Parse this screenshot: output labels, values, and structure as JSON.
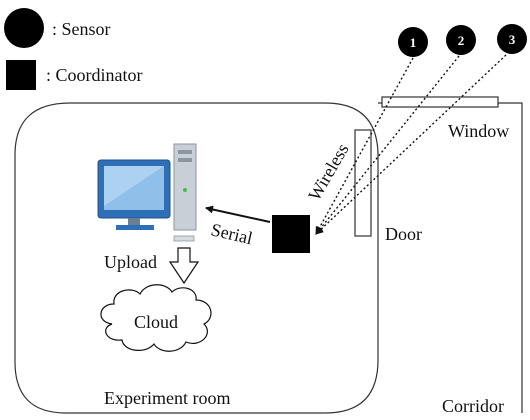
{
  "legend": {
    "sensor_label": ": Sensor",
    "coordinator_label": ": Coordinator"
  },
  "sensors": [
    {
      "number": "1"
    },
    {
      "number": "2"
    },
    {
      "number": "3"
    }
  ],
  "labels": {
    "window": "Window",
    "door": "Door",
    "wireless": "Wireless",
    "serial": "Serial",
    "upload": "Upload",
    "cloud": "Cloud",
    "experiment_room": "Experiment room",
    "corridor": "Corridor"
  },
  "colors": {
    "monitor_blue": "#2f6fb8",
    "screen_light": "#8fc0ea",
    "case_gray": "#c9cfd6",
    "ink": "#111111"
  }
}
